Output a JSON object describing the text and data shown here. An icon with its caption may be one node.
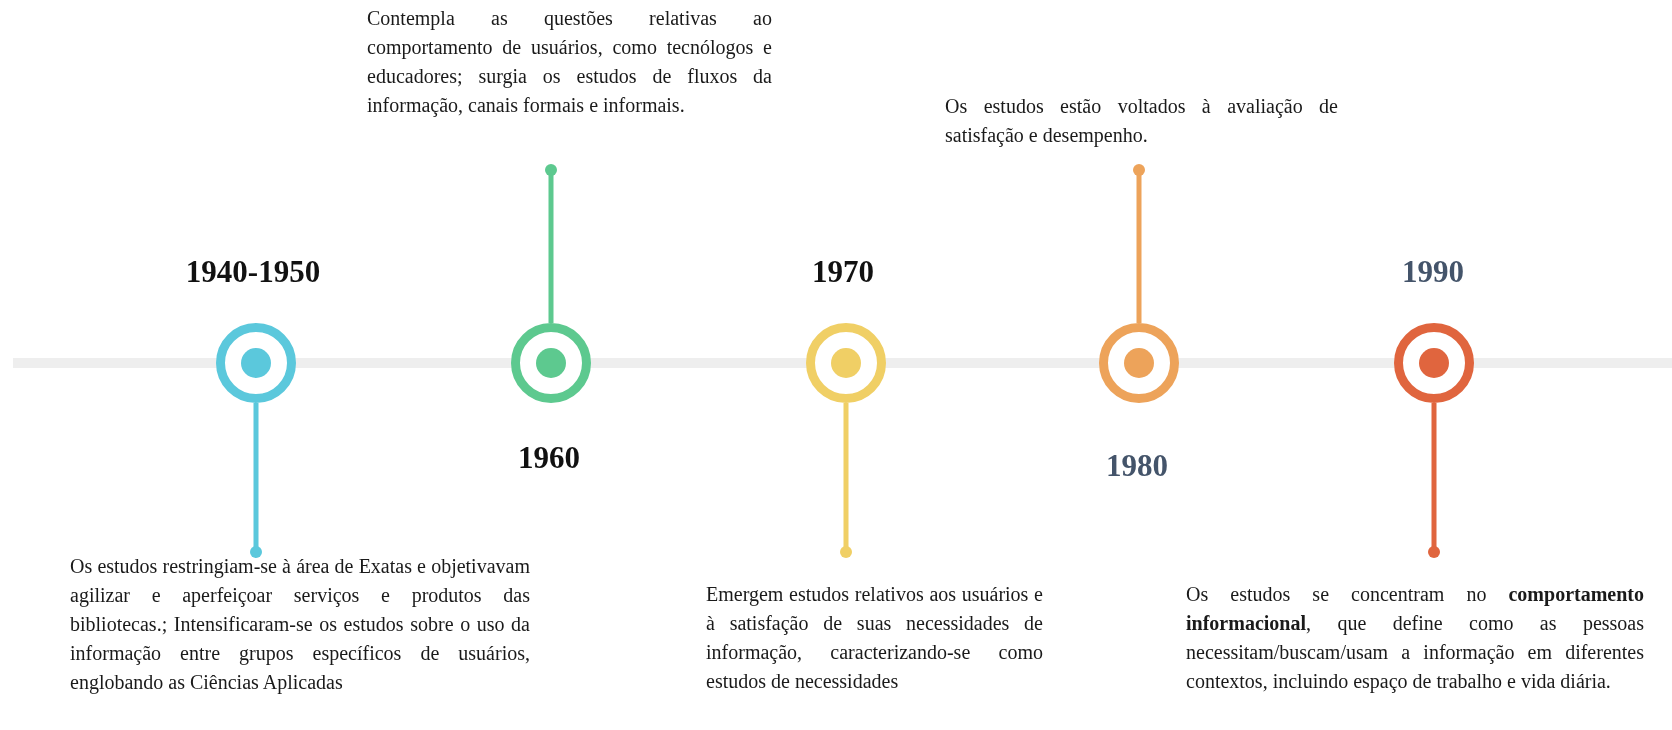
{
  "diagram": {
    "nodes": [
      {
        "text": [],
        "shape": "circle",
        "beside": [
          "1940-1950"
        ]
      },
      {
        "text": [
          "Os estudos restringiam-se à área de Exatas e objetivavam agilizar e aperfeiçoar serviços e produtos das bibliotecas.; Intensificaram-se os estudos sobre o uso da informação entre grupos específicos de usuários, englobando as Ciências Aplicadas"
        ]
      },
      {
        "text": [],
        "shape": "circle",
        "beside": [
          "1960"
        ]
      },
      {
        "text": [
          "Contempla as questões relativas ao comportamento de usuários, como tecnólogos e educadores; surgia os estudos de fluxos da informação, canais formais e informais."
        ]
      },
      {
        "text": [],
        "shape": "circle",
        "beside": [
          "1970"
        ]
      },
      {
        "text": [
          "Emergem estudos relativos aos usuários e à satisfação de suas necessidades de informação, caracterizando-se como estudos de necessidades"
        ]
      },
      {
        "text": [],
        "shape": "circle",
        "beside": [
          "1980"
        ]
      },
      {
        "text": [
          "Os estudos estão voltados à avaliação de satisfação e desempenho."
        ]
      },
      {
        "text": [],
        "shape": "circle",
        "beside": [
          "1990"
        ]
      },
      {
        "text": [
          "Os estudos se concentram no **comportamento informacional**, que define como as pessoas necessitam/buscam/usam a informação em diferentes contextos, incluindo espaço de trabalho e vida diária."
        ]
      }
    ],
    "edges": [
      {
        "from": 0,
        "to": 1,
        "arrow": "other",
        "color": "#5bc8dc"
      },
      {
        "from": 2,
        "to": 3,
        "arrow": "other",
        "color": "#5dc98f"
      },
      {
        "from": 4,
        "to": 5,
        "arrow": "other",
        "color": "#f0cf65"
      },
      {
        "from": 6,
        "to": 7,
        "arrow": "other",
        "color": "#eda35a"
      },
      {
        "from": 8,
        "to": 9,
        "arrow": "other",
        "color": "#e0653e"
      }
    ]
  }
}
